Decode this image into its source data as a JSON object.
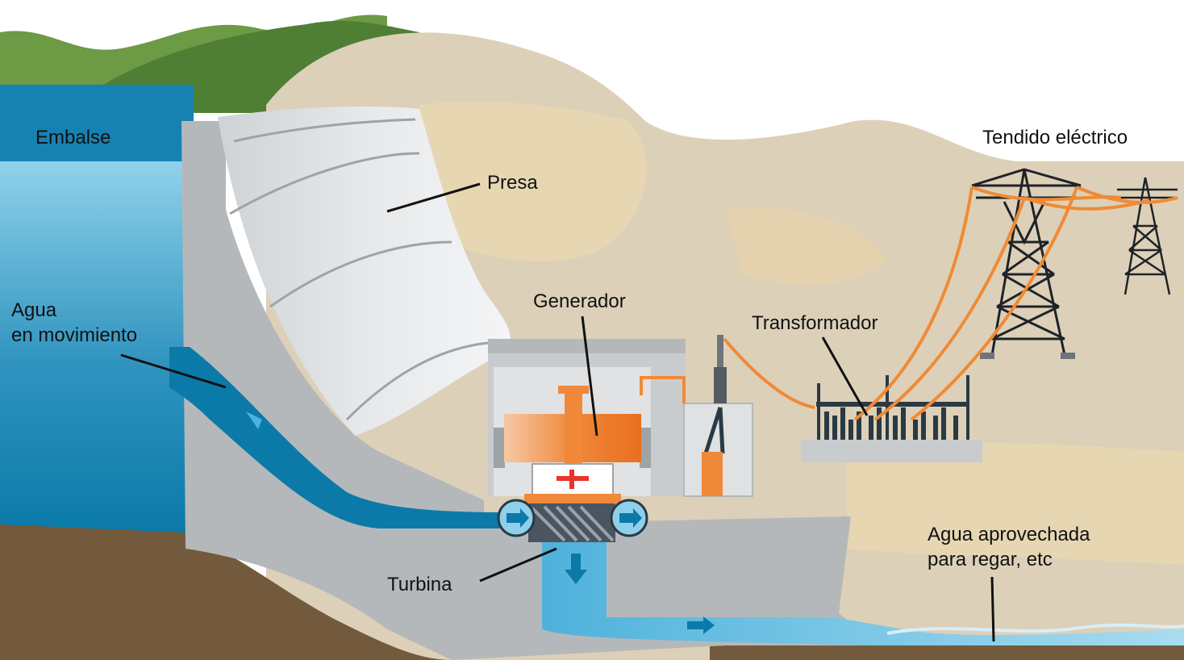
{
  "labels": {
    "reservoir": "Embalse",
    "dam": "Presa",
    "moving_water_line1": "Agua",
    "moving_water_line2": "en movimiento",
    "generator": "Generador",
    "transformer": "Transformador",
    "power_line": "Tendido eléctrico",
    "turbine": "Turbina",
    "used_water_line1": "Agua aprovechada",
    "used_water_line2": "para regar, etc"
  },
  "colors": {
    "water_dark": "#0b7aa8",
    "water_light": "#8ed0ea",
    "dam": "#dcdfe1",
    "concrete": "#b5b8ba",
    "generator": "#f0883a",
    "cable": "#f08a35",
    "ground": "#735a3c",
    "hills": "#6d9a45",
    "rock": "#e6d6b2"
  }
}
